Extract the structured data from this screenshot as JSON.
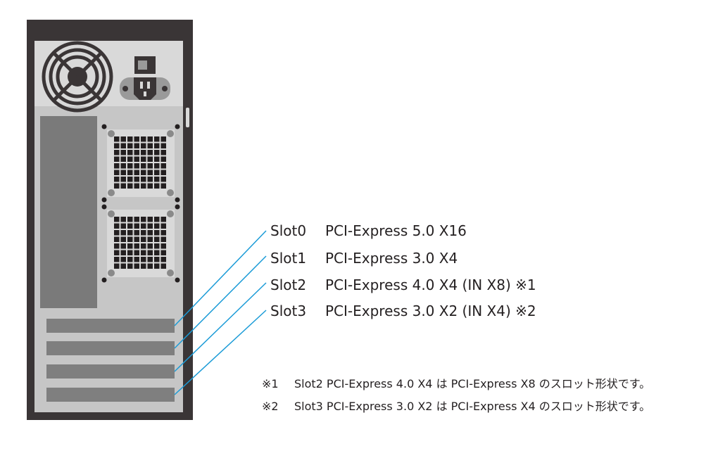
{
  "slots": [
    {
      "name": "Slot0",
      "spec": "PCI-Express 5.0 X16"
    },
    {
      "name": "Slot1",
      "spec": "PCI-Express 3.0 X4"
    },
    {
      "name": "Slot2",
      "spec": "PCI-Express 4.0 X4 (IN X8) ※1"
    },
    {
      "name": "Slot3",
      "spec": "PCI-Express 3.0 X2 (IN X4) ※2"
    }
  ],
  "notes": [
    {
      "mark": "※1",
      "text": "Slot2 PCI-Express 4.0 X4 は PCI-Express X8 のスロット形状です。"
    },
    {
      "mark": "※2",
      "text": "Slot3 PCI-Express 3.0 X2 は PCI-Express X4 のスロット形状です。"
    }
  ],
  "colors": {
    "case_border": "#3a3536",
    "case_panel": "#c6c6c6",
    "psu_panel": "#d9d9d9",
    "dark_block": "#7a7a7a",
    "slot_fill": "#7f7f7f",
    "leader_line": "#1a9bd7",
    "text": "#231f20"
  },
  "icons": [
    "fan-icon",
    "power-switch-icon",
    "power-socket-icon",
    "vent-grille-icon"
  ]
}
